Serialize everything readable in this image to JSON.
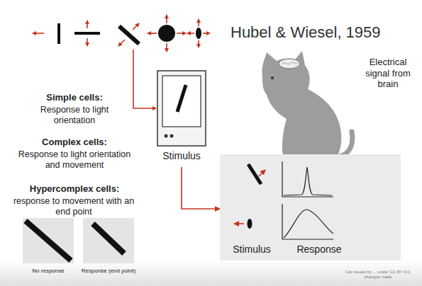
{
  "diagram": {
    "title": "Hubel & Wiesel, 1959",
    "nodes": [
      {
        "text": [
          "Stimulus"
        ]
      },
      {
        "text": [
          "Electrical signal from brain"
        ]
      },
      {
        "text": [
          "Stimulus",
          "Response"
        ]
      },
      {
        "text": [
          "No response"
        ]
      },
      {
        "text": [
          "Response (end point)"
        ]
      }
    ],
    "edges": [
      {
        "from": 0,
        "to": 2,
        "arrow": "to"
      },
      {
        "from": 1,
        "to": 2,
        "arrow": "to"
      }
    ],
    "labels": [
      "Simple cells:",
      "Response to light orientation",
      "Complex cells:",
      "Response to light orientation and movement",
      "Hypercomplex cells:",
      "response to movement with an end point",
      "Cat visuals by ... under CC BY 4.0, changes made"
    ]
  }
}
